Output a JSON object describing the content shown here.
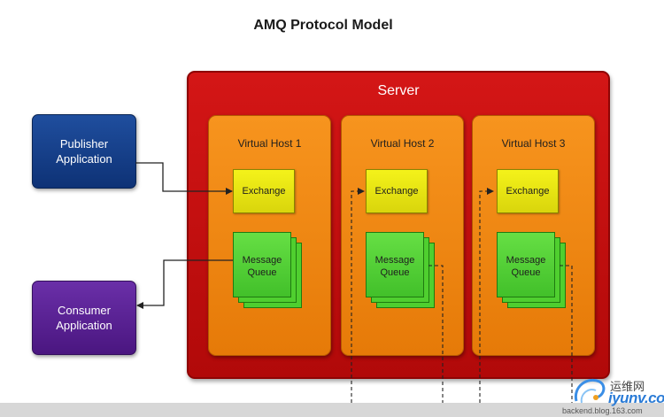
{
  "title": "AMQ Protocol Model",
  "server": {
    "label": "Server"
  },
  "virtual_hosts": [
    {
      "label": "Virtual Host 1",
      "exchange": "Exchange",
      "queue": "Message Queue"
    },
    {
      "label": "Virtual Host 2",
      "exchange": "Exchange",
      "queue": "Message Queue"
    },
    {
      "label": "Virtual Host 3",
      "exchange": "Exchange",
      "queue": "Message Queue"
    }
  ],
  "publisher": {
    "label": "Publisher Application"
  },
  "consumer": {
    "label": "Consumer Application"
  },
  "watermark": {
    "cn": "运维网",
    "brand": "iyunv.com",
    "url": "backend.blog.163.com"
  },
  "colors": {
    "server": "#c80f0f",
    "virtual_host": "#f08a14",
    "exchange": "#e9e614",
    "queue": "#55d235",
    "publisher": "#184090",
    "consumer": "#5a2296"
  }
}
